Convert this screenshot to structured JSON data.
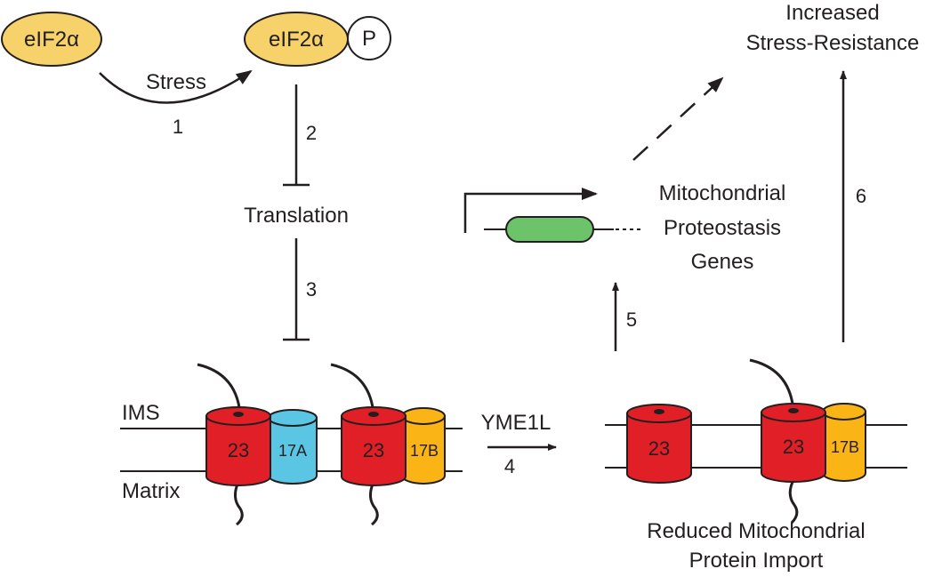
{
  "colors": {
    "eif_fill": "#f7d26b",
    "tim23_red": "#e01f26",
    "tim17a_blue": "#5bc6e4",
    "tim17b_gold": "#fbb416",
    "gene_green": "#6cc36a",
    "line": "#231f20"
  },
  "labels": {
    "eif2a_left": "eIF2α",
    "eif2a_right": "eIF2α",
    "phospho": "P",
    "stress": "Stress",
    "translation": "Translation",
    "ims": "IMS",
    "matrix": "Matrix",
    "yme1l": "YME1L",
    "mito_genes_1": "Mitochondrial",
    "mito_genes_2": "Proteostasis",
    "mito_genes_3": "Genes",
    "stress_res_1": "Increased",
    "stress_res_2": "Stress-Resistance",
    "reduced_1": "Reduced Mitochondrial",
    "reduced_2": "Protein Import"
  },
  "steps": {
    "s1": "1",
    "s2": "2",
    "s3": "3",
    "s4": "4",
    "s5": "5",
    "s6": "6"
  },
  "complexes": {
    "tim23_a": "23",
    "tim17a": "17A",
    "tim23_b": "23",
    "tim17b_left": "17B",
    "tim23_c": "23",
    "tim23_d": "23",
    "tim17b_right": "17B"
  }
}
